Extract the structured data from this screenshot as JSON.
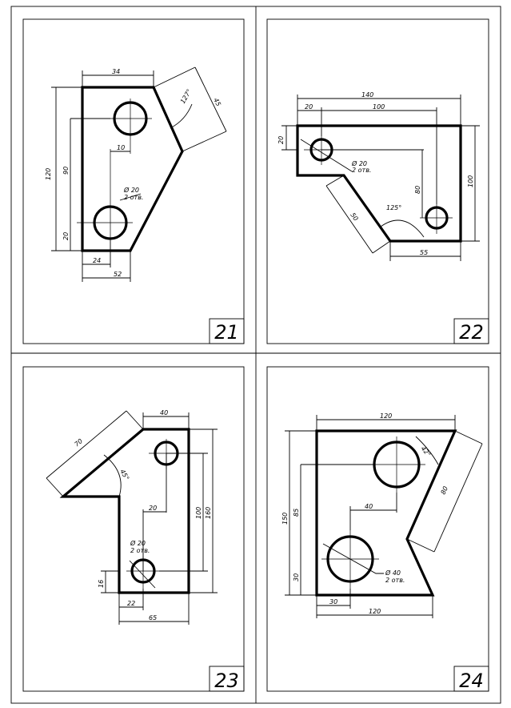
{
  "sheets": [
    {
      "number": "21",
      "dims": {
        "top": "34",
        "angle": "127°",
        "slant": "45",
        "left_total": "120",
        "left_mid": "90",
        "left_low": "20",
        "hole_off": "10",
        "hole_note_a": "Ø 20",
        "hole_note_b": "2 отв.",
        "bot_short": "24",
        "bot_long": "52"
      }
    },
    {
      "number": "22",
      "dims": {
        "top_total": "140",
        "top_left": "20",
        "top_mid": "100",
        "left_h": "20",
        "hole_note_a": "Ø 20",
        "hole_note_b": "2 отв.",
        "mid_v": "80",
        "right_v": "100",
        "angle": "125°",
        "slant": "50",
        "bottom": "55"
      }
    },
    {
      "number": "23",
      "dims": {
        "slant": "70",
        "angle": "45°",
        "top": "40",
        "mid_h": "20",
        "right_inner": "100",
        "right_outer": "160",
        "hole_note_a": "Ø 20",
        "hole_note_b": "2 отв.",
        "left_low": "16",
        "bot_short": "22",
        "bot_long": "65"
      }
    },
    {
      "number": "24",
      "dims": {
        "top": "120",
        "angle": "42°",
        "slant": "80",
        "left_total": "150",
        "left_mid": "85",
        "left_low": "30",
        "mid_h": "40",
        "hole_note_a": "Ø 40",
        "hole_note_b": "2 отв.",
        "bot_short": "30",
        "bot_long": "120"
      }
    }
  ]
}
